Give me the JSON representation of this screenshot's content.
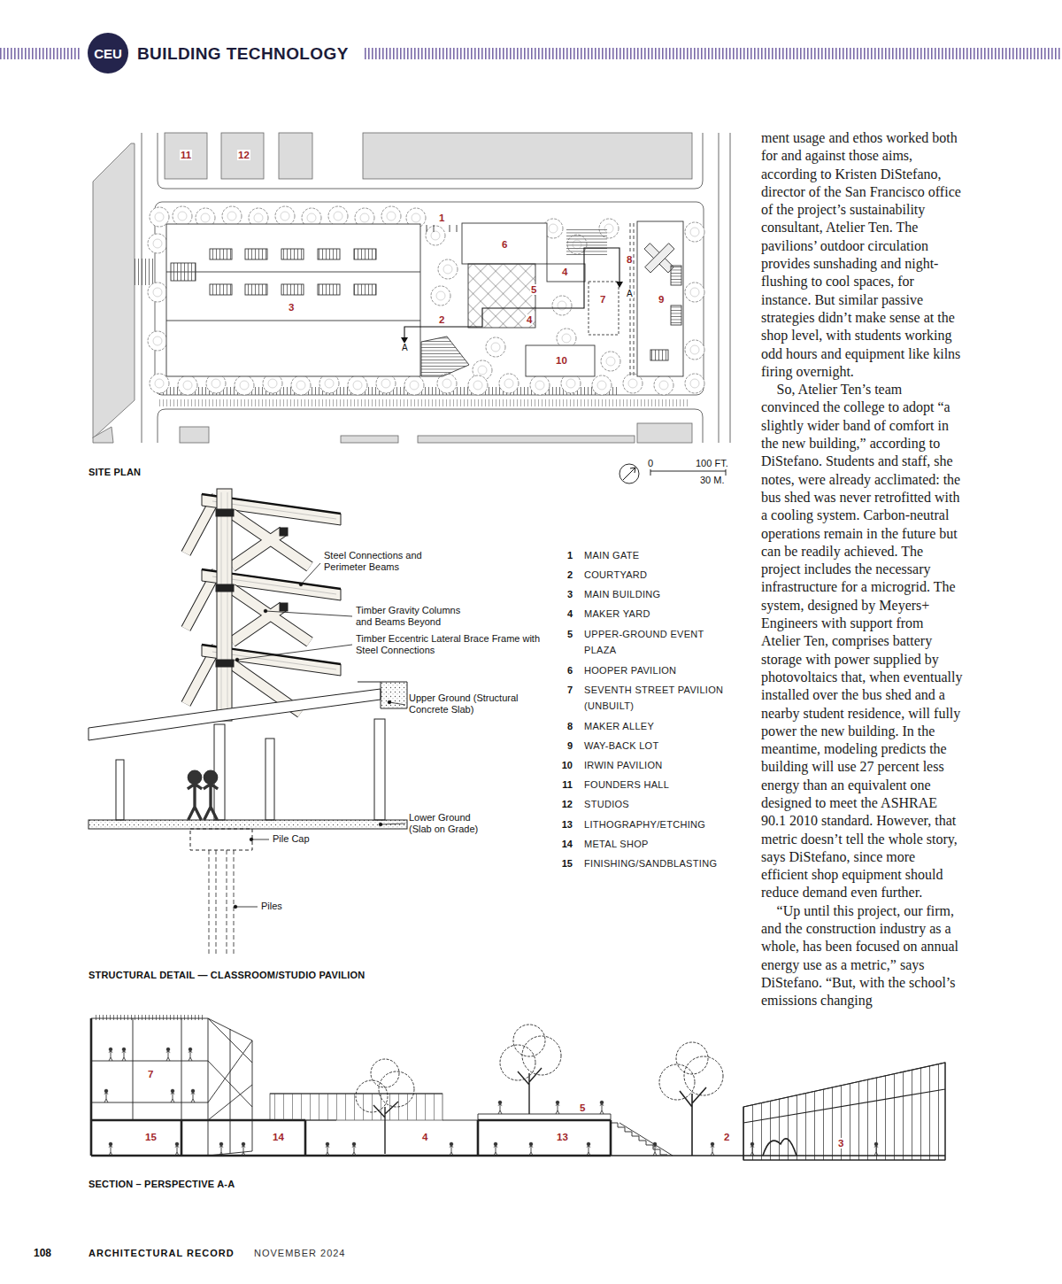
{
  "diagram": {
    "title": "BUILDING TECHNOLOGY",
    "nodes": [
      {
        "text": [
          "CEU"
        ]
      }
    ],
    "labels": [
      "11",
      "12",
      "1",
      "6",
      "4",
      "8",
      "5",
      "7",
      "A",
      "9",
      "3",
      "2",
      "4",
      "A",
      "10",
      "SITE PLAN",
      "0",
      "100 FT.",
      "30 M.",
      "Steel Connections and Perimeter Beams",
      "Timber Gravity Columns and Beams Beyond",
      "Timber Eccentric Lateral Brace Frame with Steel Connections",
      "Upper Ground (Structural Concrete Slab)",
      "Lower Ground (Slab on Grade)",
      "Pile Cap",
      "Piles",
      "STRUCTURAL DETAIL — CLASSROOM/STUDIO PAVILION",
      "1",
      "MAIN GATE",
      "2",
      "COURTYARD",
      "3",
      "MAIN BUILDING",
      "4",
      "MAKER YARD",
      "5",
      "UPPER-GROUND EVENT PLAZA",
      "6",
      "HOOPER PAVILION",
      "7",
      "SEVENTH STREET PAVILION (UNBUILT)",
      "8",
      "MAKER ALLEY",
      "9",
      "WAY-BACK LOT",
      "10",
      "IRWIN PAVILION",
      "11",
      "FOUNDERS HALL",
      "12",
      "STUDIOS",
      "13",
      "LITHOGRAPHY/ETCHING",
      "14",
      "METAL SHOP",
      "15",
      "FINISHING/SANDBLASTING",
      "7",
      "15",
      "14",
      "4",
      "13",
      "5",
      "2",
      "3",
      "SECTION – PERSPECTIVE A-A",
      "108",
      "ARCHITECTURAL RECORD",
      "NOVEMBER 2024",
      "ment usage and ethos worked both for and against those aims, according to Kristen DiStefano, director of the San Francisco office of the project’s sustainability consultant, Atelier Ten. The pavilions’ outdoor circulation provides sunshading and night-flushing to cool spaces, for instance. But similar passive strategies didn’t make sense at the shop level, with students working odd hours and equipment like kilns firing overnight.",
      "So, Atelier Ten’s team convinced the college to adopt “a slightly wider band of comfort in the new building,” according to DiStefano. Students and staff, she notes, were already acclimated: the bus shed was never retrofitted with a cooling system. Carbon-neutral operations remain in the future but can be readily achieved. The project includes the necessary infrastructure for a microgrid. The system, designed by Meyers+ Engineers with support from Atelier Ten, comprises battery storage with power supplied by photovoltaics that, when eventually installed over the bus shed and a nearby student residence, will fully power the new building. In the meantime, modeling predicts the building will use 27 percent less energy than an equivalent one designed to meet the ASHRAE 90.1 2010 standard. However, that metric doesn’t tell the whole story, says DiStefano, since more efficient shop equipment should reduce demand even further.",
      "“Up until this project, our firm, and the construction industry as a whole, has been focused on annual energy use as a metric,” says DiStefano. “But, with the school’s emissions changing"
    ]
  }
}
